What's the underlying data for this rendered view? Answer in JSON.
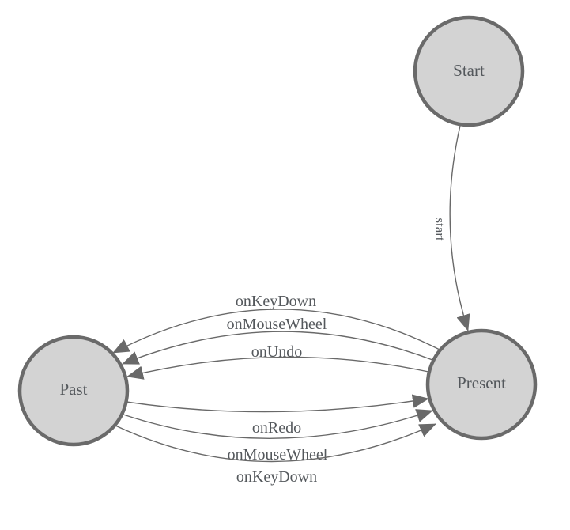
{
  "diagram": {
    "type": "state-machine",
    "nodes": [
      {
        "id": "start",
        "label": "Start"
      },
      {
        "id": "past",
        "label": "Past"
      },
      {
        "id": "present",
        "label": "Present"
      }
    ],
    "edges": [
      {
        "from": "start",
        "to": "present",
        "label": "start"
      },
      {
        "from": "present",
        "to": "past",
        "label": "onKeyDown"
      },
      {
        "from": "present",
        "to": "past",
        "label": "onMouseWheel"
      },
      {
        "from": "present",
        "to": "past",
        "label": "onUndo"
      },
      {
        "from": "past",
        "to": "present",
        "label": "onRedo"
      },
      {
        "from": "past",
        "to": "present",
        "label": "onMouseWheel"
      },
      {
        "from": "past",
        "to": "present",
        "label": "onKeyDown"
      }
    ],
    "colors": {
      "background": "#ffffff",
      "node_fill": "#d3d3d3",
      "node_stroke": "#6a6a6a",
      "edge_stroke": "#696969",
      "label_text": "#54585c"
    }
  }
}
